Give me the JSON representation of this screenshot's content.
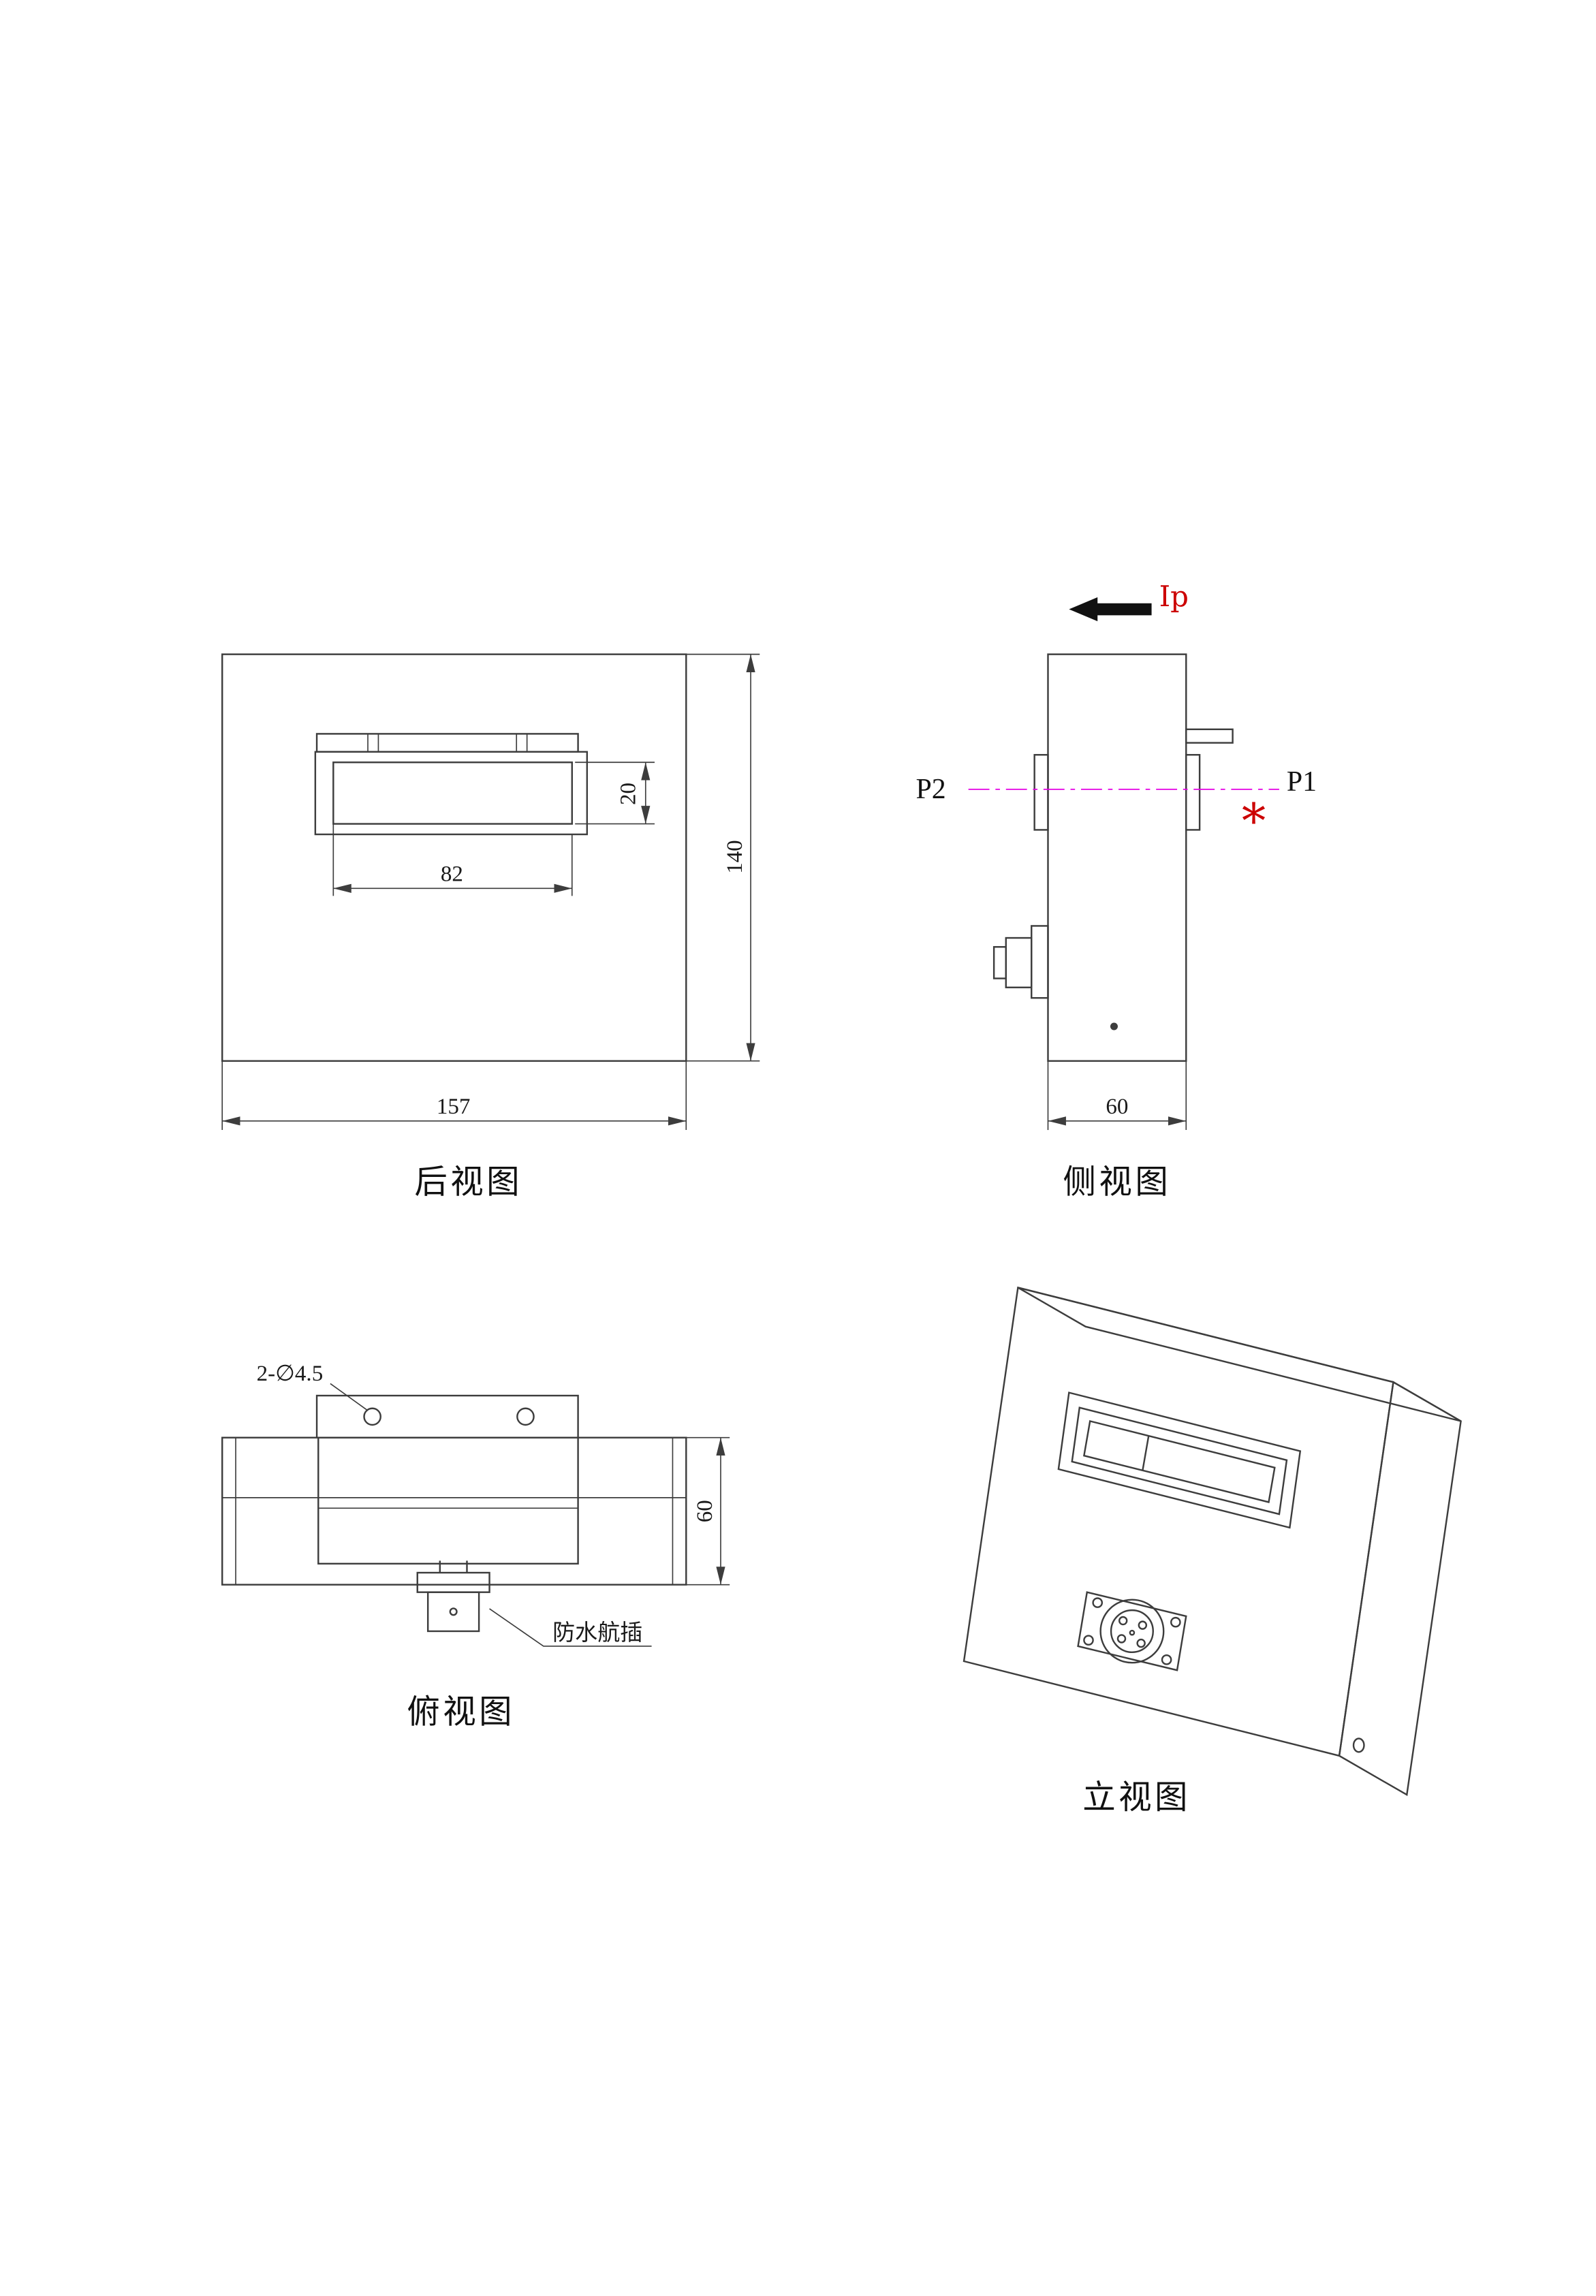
{
  "sheet": {
    "background": "#ffffff",
    "line_color": "#3d3d3d"
  },
  "rear_view": {
    "title": "后视图",
    "dim_width": "157",
    "dim_height": "140",
    "dim_slot_width": "82",
    "dim_slot_height": "20"
  },
  "side_view": {
    "title": "侧视图",
    "dim_depth": "60",
    "current_arrow_label": "Ip",
    "point_left_label": "P2",
    "point_right_label": "P1",
    "star_marker": "*"
  },
  "top_view": {
    "title": "俯视图",
    "holes_label": "2-∅4.5",
    "dim_depth": "60",
    "connector_label": "防水航插"
  },
  "iso_view": {
    "title": "立视图"
  },
  "colors": {
    "accent_red": "#cc0000",
    "centerline_magenta": "#e400e4"
  }
}
